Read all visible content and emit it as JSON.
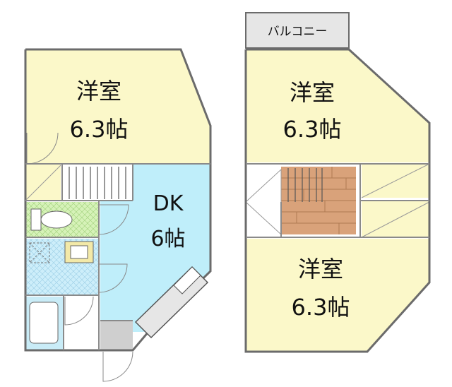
{
  "floor1": {
    "western_room": {
      "name": "洋室",
      "size": "6.3帖"
    },
    "dk": {
      "name": "DK",
      "size": "6帖"
    }
  },
  "floor2": {
    "balcony": {
      "name": "バルコニー"
    },
    "western_room_top": {
      "name": "洋室",
      "size": "6.3帖"
    },
    "western_room_bottom": {
      "name": "洋室",
      "size": "6.3帖"
    }
  },
  "colors": {
    "room_yellow": "#fbf8c9",
    "dk_blue": "#bfeefa",
    "wet_green": "#d6f2b8",
    "bath_blue": "#c9ecf7",
    "flooring_brown": "#d9a27a",
    "balcony_gray": "#e6e6e6",
    "wall": "#7a7a7a"
  }
}
